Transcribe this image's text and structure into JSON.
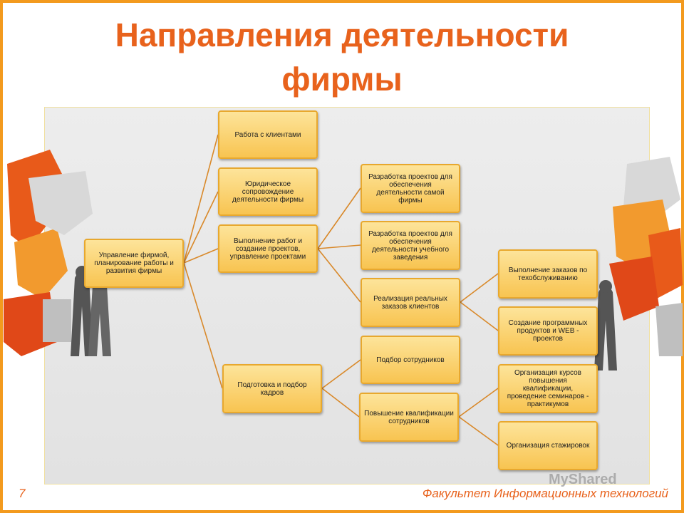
{
  "title": "Направления деятельности фирмы",
  "diagram": {
    "root": "Управление фирмой, планирование работы и развития фирмы",
    "level1": [
      "Работа с клиентами",
      "Юридическое сопровождение деятельности фирмы",
      "Выполнение работ и создание проектов, управление проектами",
      "Подготовка и подбор кадров"
    ],
    "projects": [
      "Разработка проектов для обеспечения деятельности самой фирмы",
      "Разработка проектов для обеспечения деятельности учебного заведения",
      "Реализация реальных заказов клиентов"
    ],
    "orders": [
      "Выполнение заказов по техобслуживанию",
      "Создание программных продуктов и WEB - проектов"
    ],
    "staff": [
      "Подбор сотрудников",
      "Повышение квалификации сотрудников"
    ],
    "training": [
      "Организация курсов повышения квалификации, проведение семинаров - практикумов",
      "Организация стажировок"
    ]
  },
  "footer": {
    "page_number": "7",
    "text": "Факультет Информационных технологий"
  },
  "watermark": "MyShared",
  "colors": {
    "accent": "#e8621c",
    "border": "#f39a1e",
    "node_fill": "#f8c451",
    "connector": "#d9892a"
  }
}
